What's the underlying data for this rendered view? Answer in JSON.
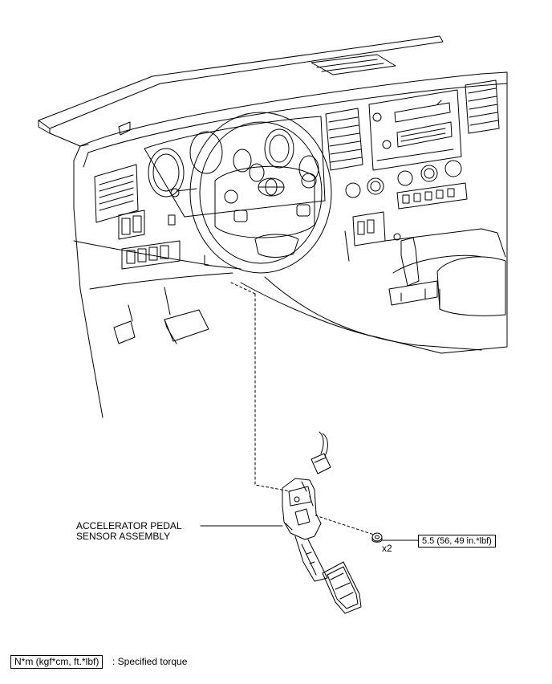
{
  "callouts": {
    "part_name_line1": "ACCELERATOR PEDAL",
    "part_name_line2": "SENSOR ASSEMBLY",
    "quantity": "x2",
    "torque_value": "5.5 (56, 49 in.*lbf)"
  },
  "legend": {
    "unit_box": "N*m (kgf*cm, ft.*lbf)",
    "description": ": Specified torque"
  }
}
